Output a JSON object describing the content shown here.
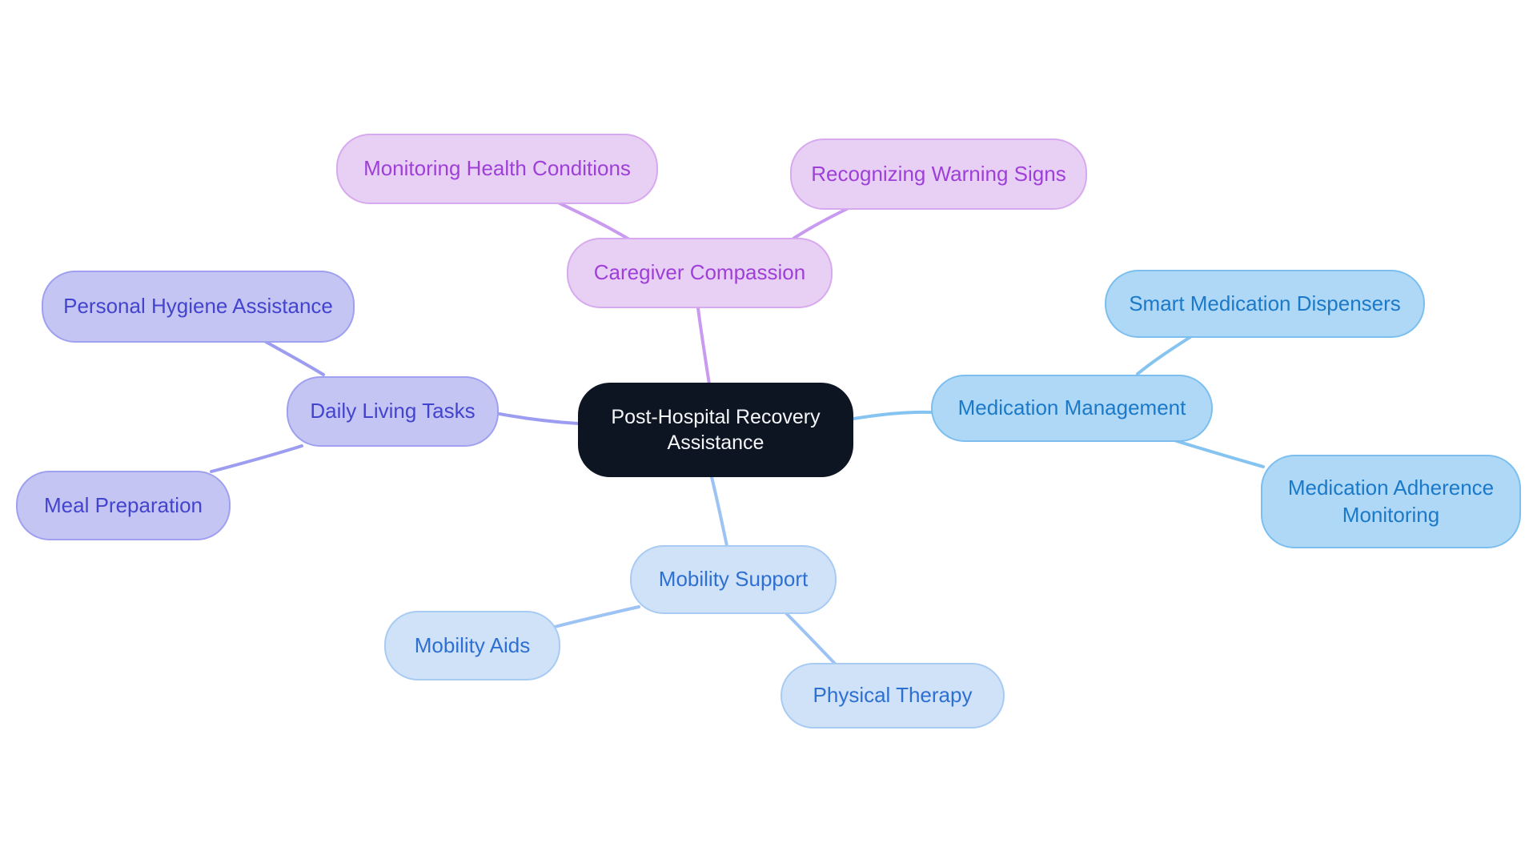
{
  "diagram_type": "mindmap",
  "canvas": {
    "background": "#ffffff"
  },
  "center": {
    "label": "Post-Hospital Recovery Assistance",
    "fill": "#0e1522",
    "text_color": "#f4f6f8"
  },
  "branches": [
    {
      "label": "Caregiver Compassion",
      "fill": "#e8d0f5",
      "border": "#d7a9ee",
      "text_color": "#9e3fd8",
      "line_color": "#c99bf0",
      "children": [
        {
          "label": "Monitoring Health Conditions"
        },
        {
          "label": "Recognizing Warning Signs"
        }
      ]
    },
    {
      "label": "Medication Management",
      "fill": "#aed8f6",
      "border": "#7cbfee",
      "text_color": "#1b79c8",
      "line_color": "#85c3f0",
      "children": [
        {
          "label": "Smart Medication Dispensers"
        },
        {
          "label": "Medication Adherence Monitoring"
        }
      ]
    },
    {
      "label": "Daily Living Tasks",
      "fill": "#c5c5f4",
      "border": "#9fa0ef",
      "text_color": "#4344ce",
      "line_color": "#9c9df1",
      "children": [
        {
          "label": "Personal Hygiene Assistance"
        },
        {
          "label": "Meal Preparation"
        }
      ]
    },
    {
      "label": "Mobility Support",
      "fill": "#cfe2f8",
      "border": "#a8cbf4",
      "text_color": "#2e6fd2",
      "line_color": "#9dc3f4",
      "children": [
        {
          "label": "Mobility Aids"
        },
        {
          "label": "Physical Therapy"
        }
      ]
    }
  ]
}
